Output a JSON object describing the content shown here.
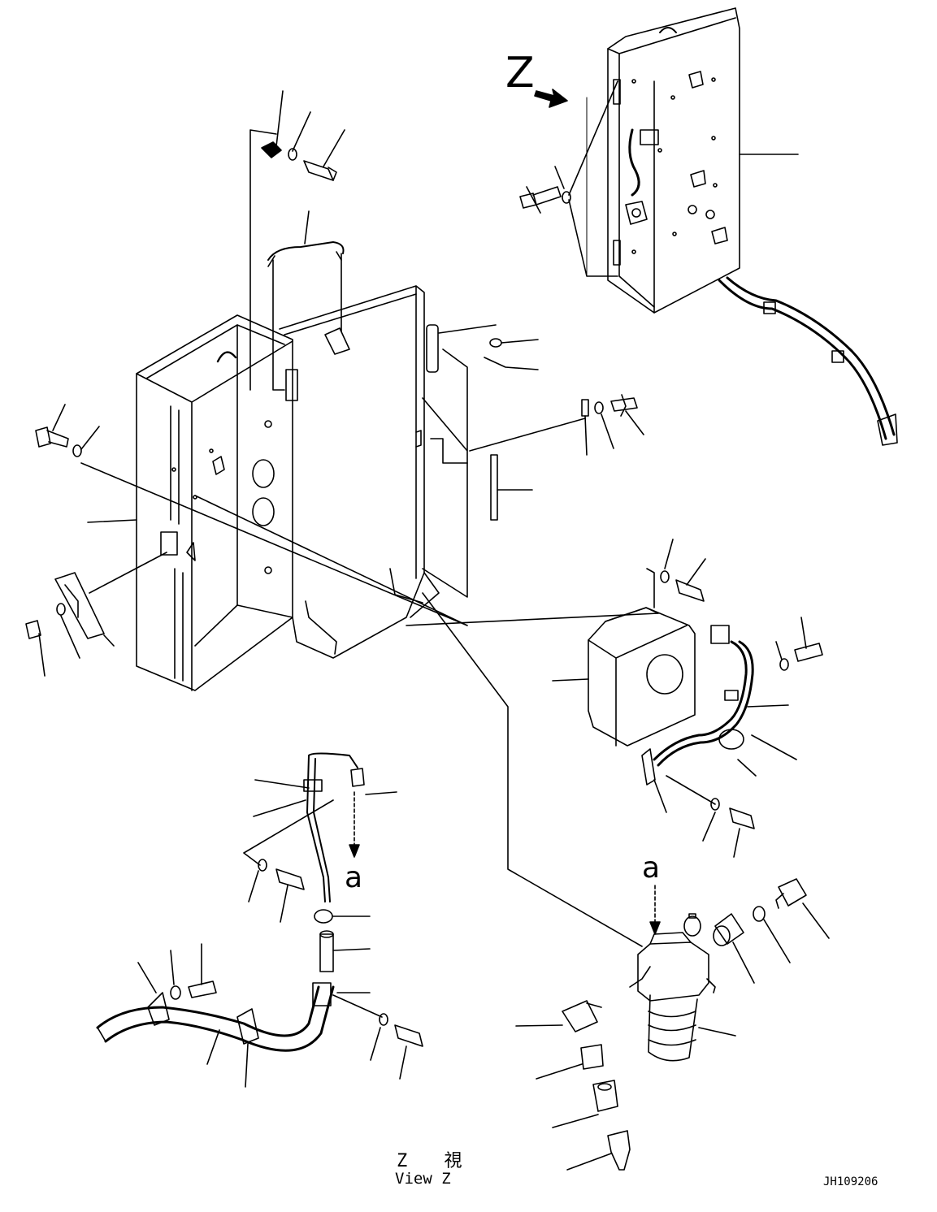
{
  "labels": {
    "view_arrow": "Z",
    "section_ref_1": "a",
    "section_ref_2": "a",
    "view_title_jp": "Z 視",
    "view_title_en": "View Z",
    "drawing_number": "JH109206"
  },
  "colors": {
    "ink": "#000000",
    "paper": "#ffffff"
  }
}
